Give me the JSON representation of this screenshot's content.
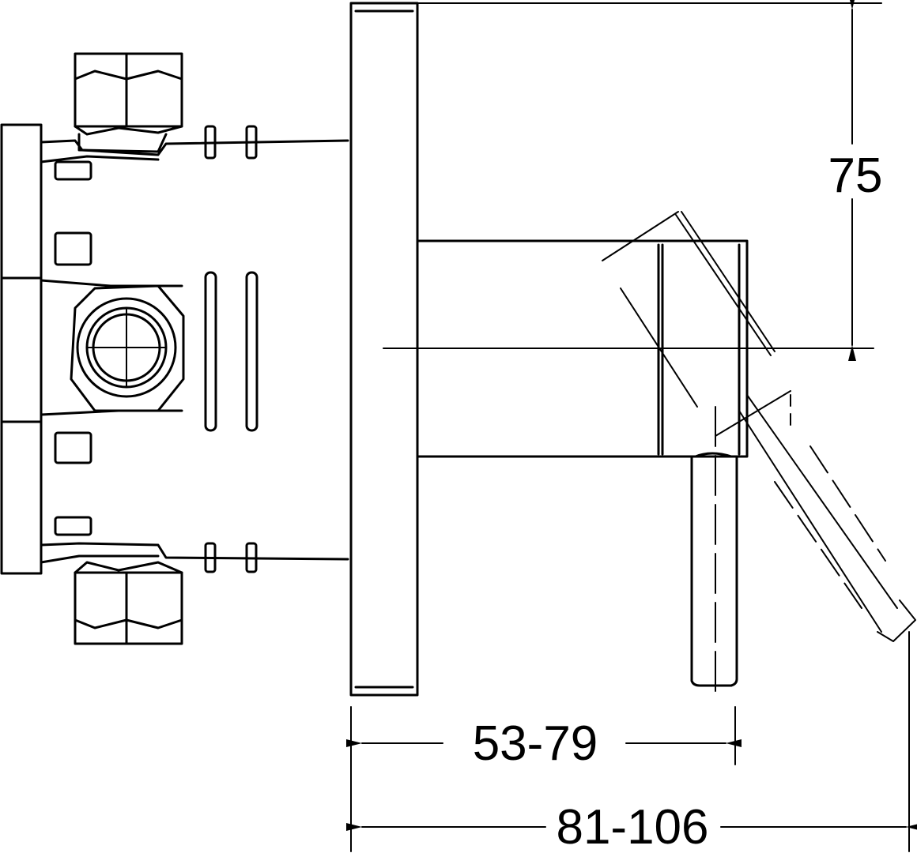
{
  "dimensions": {
    "height": "75",
    "inner_depth": "53-79",
    "outer_depth": "81-106"
  }
}
